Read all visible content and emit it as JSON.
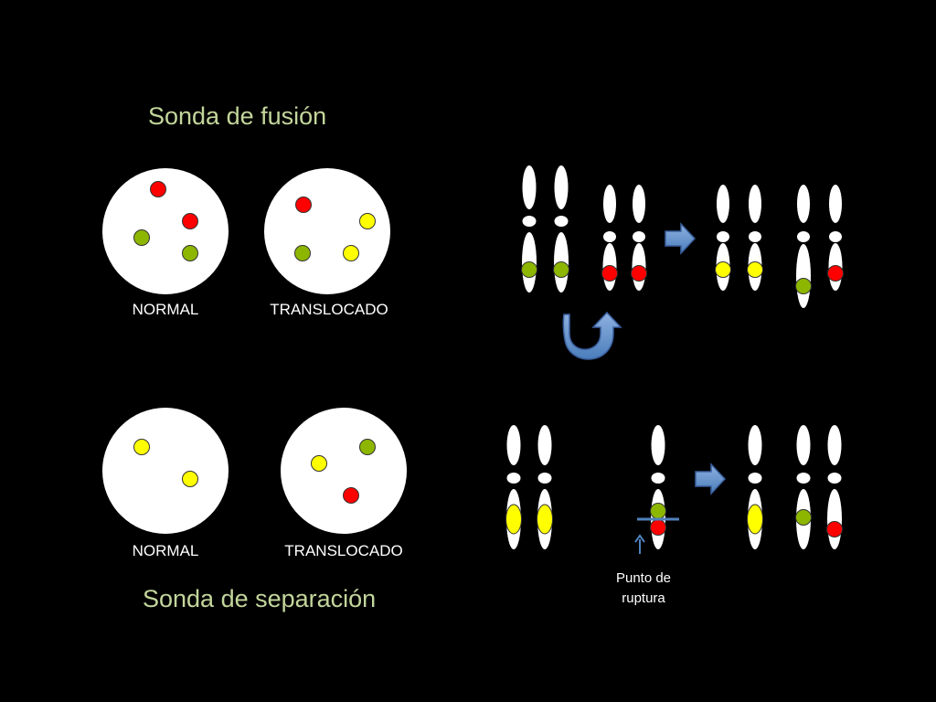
{
  "titles": {
    "fusion": "Sonda de fusión",
    "separation": "Sonda de separación"
  },
  "nuclei": {
    "fusion_normal_label": "NORMAL",
    "fusion_translocated_label": "TRANSLOCADO",
    "separation_normal_label": "NORMAL",
    "separation_translocated_label": "TRANSLOCADO"
  },
  "breakpoint": {
    "line1": "Punto de",
    "line2": "ruptura"
  },
  "colors": {
    "background": "#000000",
    "title": "#c3d69b",
    "red_signal": "#ff0000",
    "green_signal": "#8db600",
    "yellow_signal": "#ffff00",
    "arrow": "#4f81bd",
    "nucleus": "#ffffff"
  }
}
